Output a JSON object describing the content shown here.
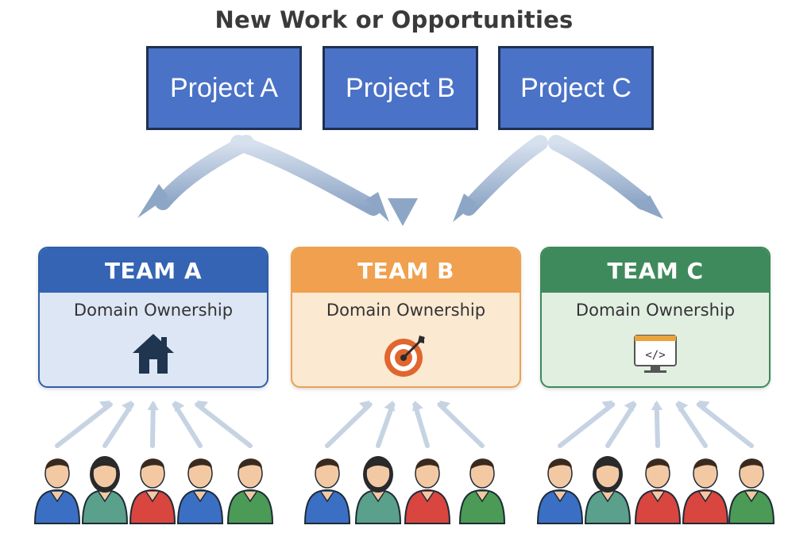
{
  "heading": "New Work or Opportunities",
  "projects": [
    {
      "label": "Project A"
    },
    {
      "label": "Project B"
    },
    {
      "label": "Project C"
    }
  ],
  "teams": [
    {
      "title": "TEAM A",
      "subtitle": "Domain Ownership",
      "icon": "house-icon",
      "color": "#3464b3"
    },
    {
      "title": "TEAM B",
      "subtitle": "Domain Ownership",
      "icon": "target-icon",
      "color": "#f0a04e"
    },
    {
      "title": "TEAM C",
      "subtitle": "Domain Ownership",
      "icon": "code-monitor-icon",
      "color": "#3f8a5c"
    }
  ],
  "people_counts": [
    5,
    4,
    5
  ],
  "shirt_colors": {
    "blue": "#3a6fc4",
    "teal": "#5aa08a",
    "red": "#d9453f",
    "green": "#4b9a55"
  }
}
